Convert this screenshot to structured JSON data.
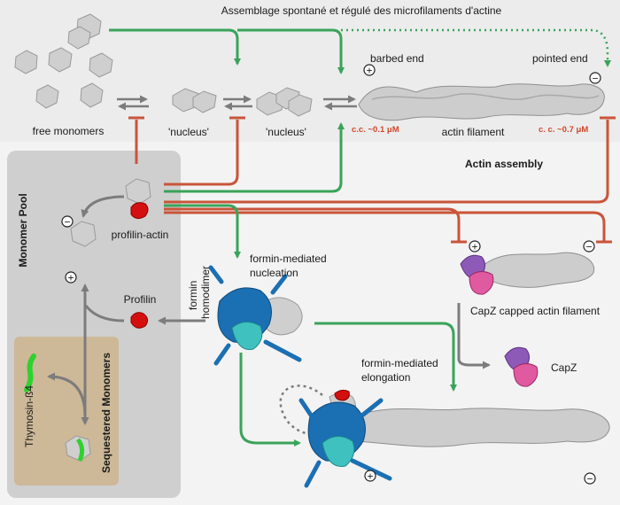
{
  "title": "Assemblage spontané et régulé des microfilaments d'actine",
  "sections": {
    "actin_assembly": "Actin assembly",
    "monomer_pool": "Monomer Pool",
    "sequestered_monomers": "Sequestered Monomers"
  },
  "labels": {
    "free_monomers": "free monomers",
    "nucleus_1": "'nucleus'",
    "nucleus_2": "'nucleus'",
    "actin_filament": "actin filament",
    "barbed_end": "barbed end",
    "pointed_end": "pointed end",
    "cc_barbed": "c.c. ~0.1 μM",
    "cc_pointed": "c. c. ~0.7 μM",
    "profilin_actin": "profilin-actin",
    "profilin": "Profilin",
    "formin_homodimer_1": "formin",
    "formin_homodimer_2": "homodimer",
    "formin_nucleation_1": "formin-mediated",
    "formin_nucleation_2": "nucleation",
    "formin_elongation_1": "formin-mediated",
    "formin_elongation_2": "elongation",
    "capz_filament": "CapZ capped actin filament",
    "capz": "CapZ",
    "thymosin": "Thymosin-ß4"
  },
  "symbols": {
    "plus": "+",
    "minus": "−"
  },
  "colors": {
    "actin": "#c9c9c9",
    "profilin": "#d40f0f",
    "formin_blue": "#1b6fb3",
    "formin_cyan": "#3fc1c0",
    "capz_purple": "#8e5ab8",
    "capz_pink": "#e05aa0",
    "thymosin": "#2fd12f",
    "arrow_green": "#3aa35a",
    "inhibit_red": "#c9553a",
    "arrow_gray": "#7c7c7c"
  }
}
